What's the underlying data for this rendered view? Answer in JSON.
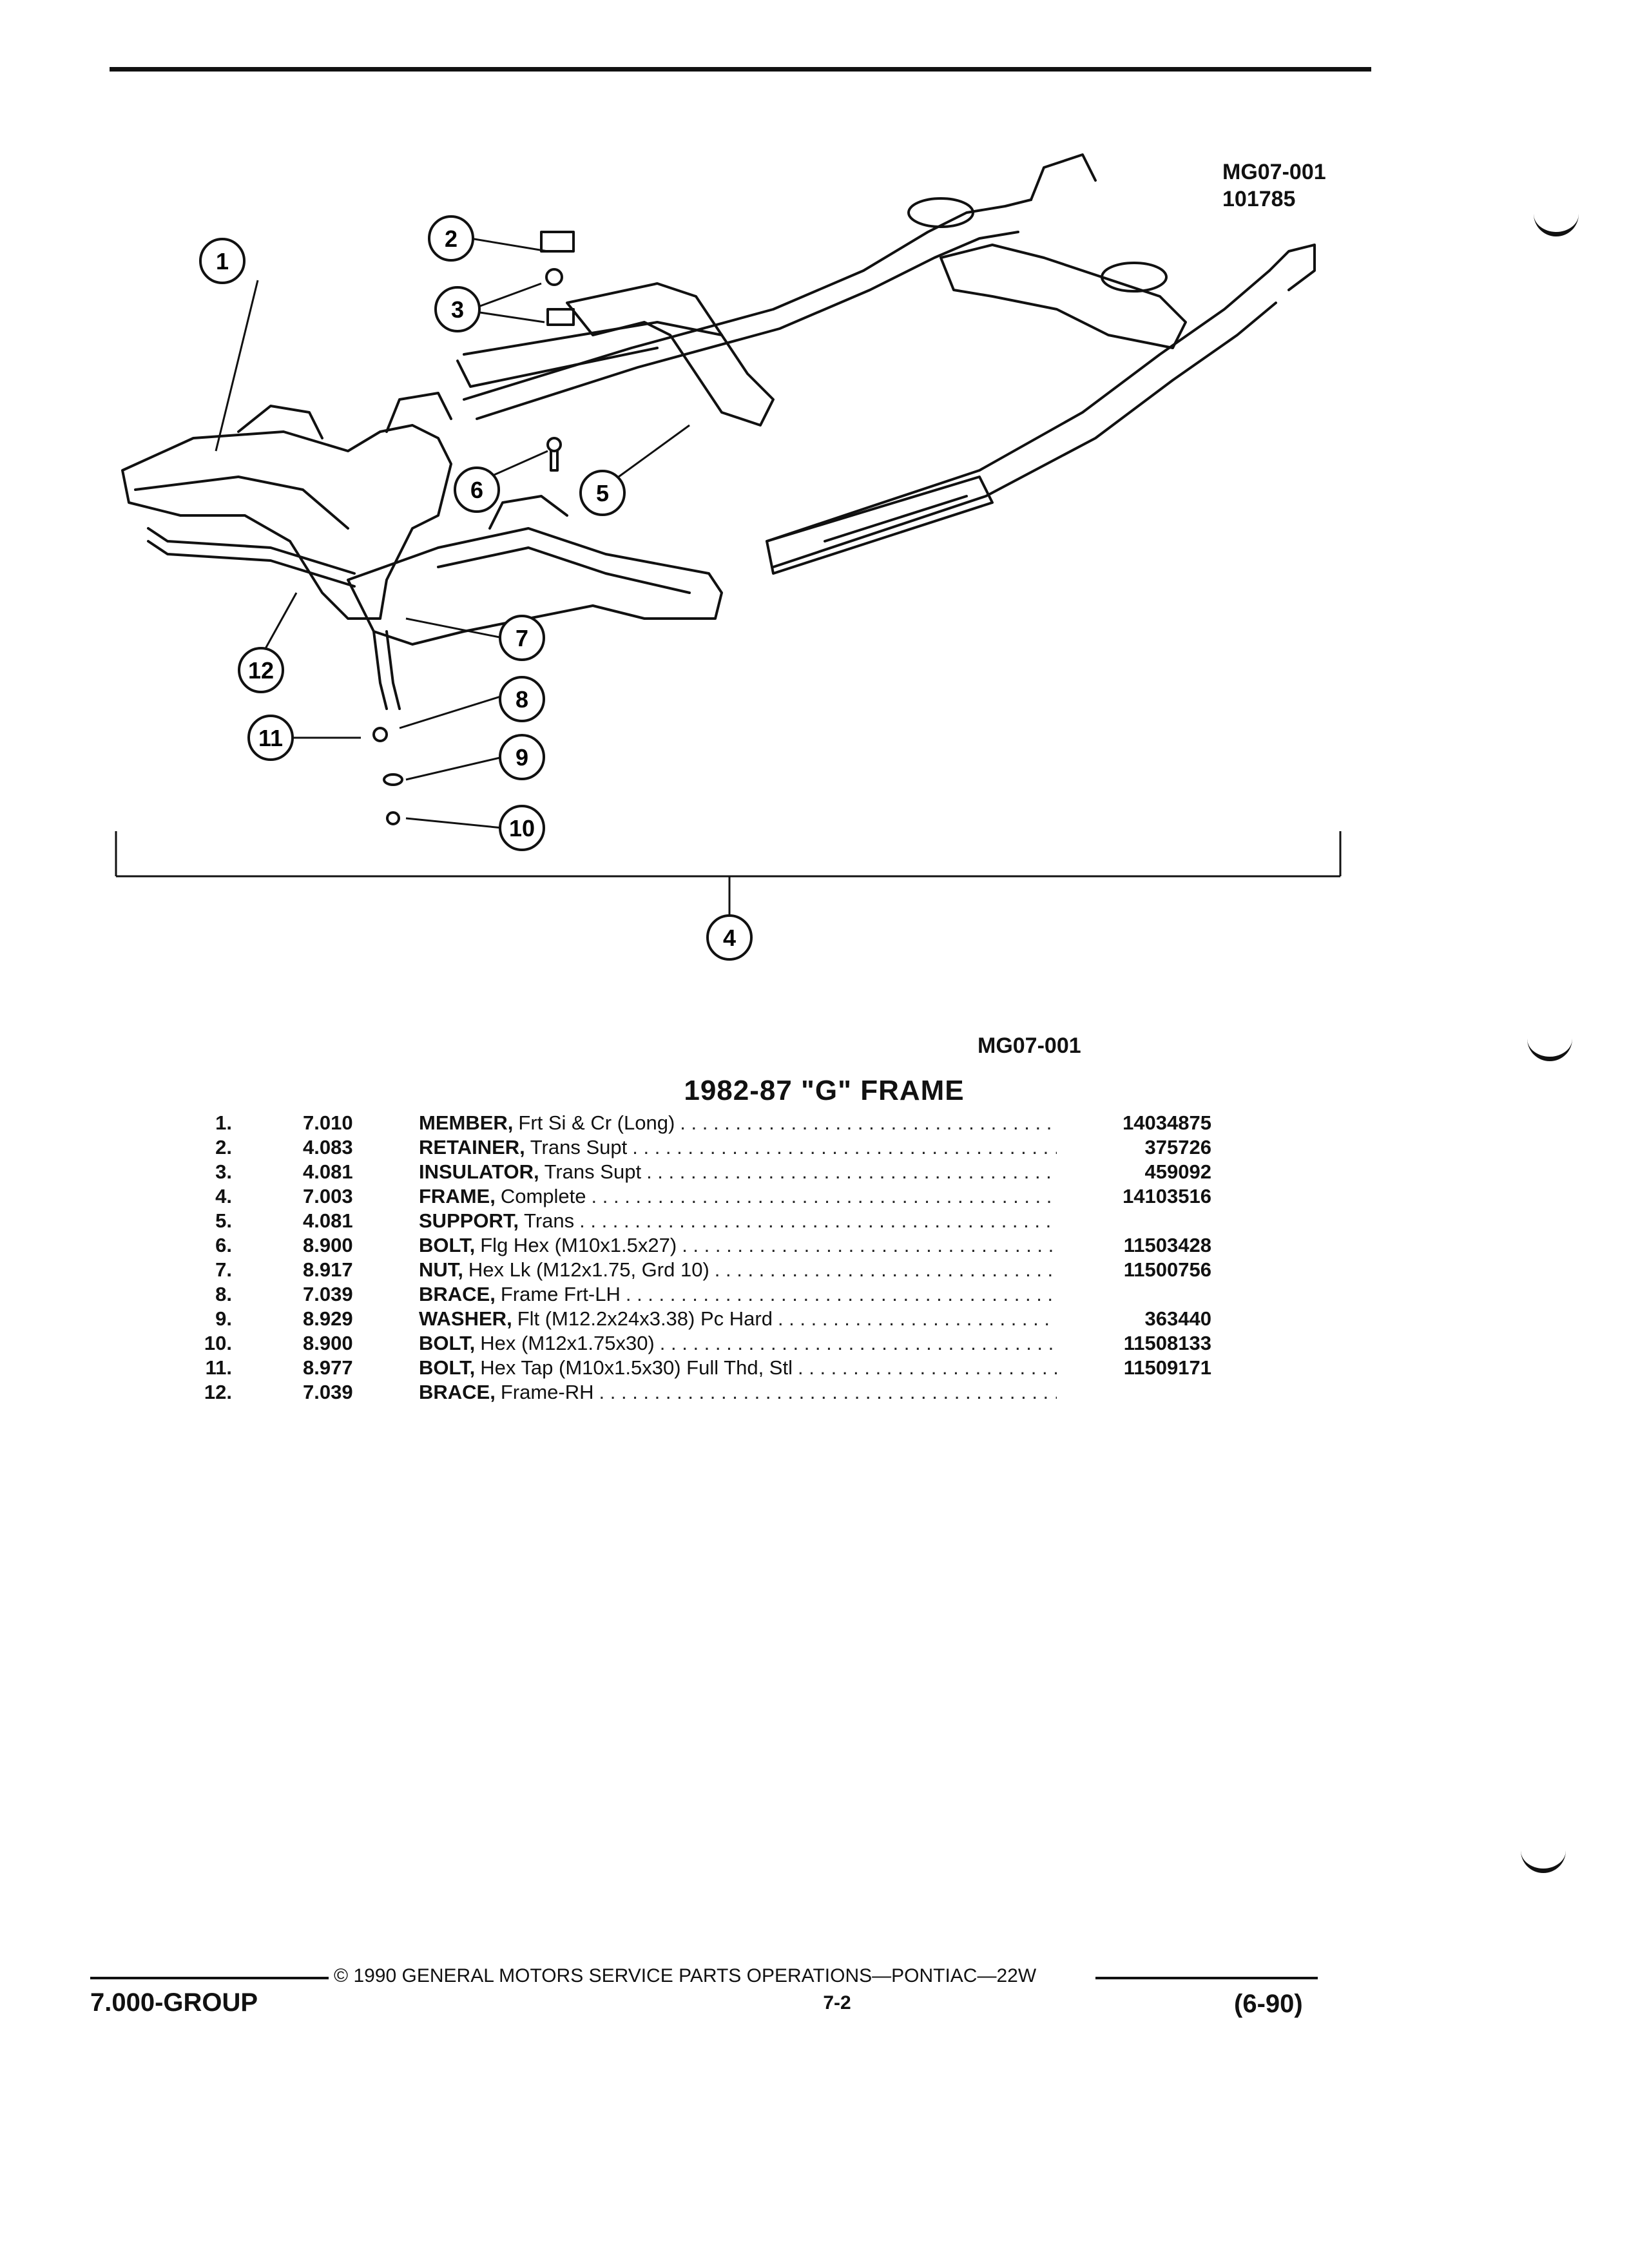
{
  "header": {
    "figure_code": "MG07-001",
    "date_code": "101785"
  },
  "figure": {
    "callouts": [
      "1",
      "2",
      "3",
      "4",
      "5",
      "6",
      "7",
      "8",
      "9",
      "10",
      "11",
      "12"
    ],
    "caption_code": "MG07-001"
  },
  "section": {
    "title": "1982-87 \"G\" FRAME"
  },
  "parts": [
    {
      "num": "1.",
      "ref": "7.010",
      "name": "MEMBER,",
      "detail": "Frt Si & Cr (Long)",
      "pn": "14034875"
    },
    {
      "num": "2.",
      "ref": "4.083",
      "name": "RETAINER,",
      "detail": "Trans Supt",
      "pn": "375726"
    },
    {
      "num": "3.",
      "ref": "4.081",
      "name": "INSULATOR,",
      "detail": "Trans Supt",
      "pn": "459092"
    },
    {
      "num": "4.",
      "ref": "7.003",
      "name": "FRAME,",
      "detail": "Complete",
      "pn": "14103516"
    },
    {
      "num": "5.",
      "ref": "4.081",
      "name": "SUPPORT,",
      "detail": "Trans",
      "pn": ""
    },
    {
      "num": "6.",
      "ref": "8.900",
      "name": "BOLT,",
      "detail": "Flg Hex (M10x1.5x27)",
      "pn": "11503428"
    },
    {
      "num": "7.",
      "ref": "8.917",
      "name": "NUT,",
      "detail": "Hex Lk (M12x1.75, Grd 10)",
      "pn": "11500756"
    },
    {
      "num": "8.",
      "ref": "7.039",
      "name": "BRACE,",
      "detail": "Frame Frt-LH",
      "pn": ""
    },
    {
      "num": "9.",
      "ref": "8.929",
      "name": "WASHER,",
      "detail": "Flt (M12.2x24x3.38) Pc Hard",
      "pn": "363440"
    },
    {
      "num": "10.",
      "ref": "8.900",
      "name": "BOLT,",
      "detail": "Hex (M12x1.75x30)",
      "pn": "11508133"
    },
    {
      "num": "11.",
      "ref": "8.977",
      "name": "BOLT,",
      "detail": "Hex Tap (M10x1.5x30) Full Thd, Stl",
      "pn": "11509171"
    },
    {
      "num": "12.",
      "ref": "7.039",
      "name": "BRACE,",
      "detail": "Frame-RH",
      "pn": ""
    }
  ],
  "footer": {
    "copyright": "© 1990 GENERAL MOTORS SERVICE PARTS OPERATIONS—PONTIAC—22W",
    "page": "7-2",
    "group": "7.000-GROUP",
    "date": "(6-90)"
  }
}
